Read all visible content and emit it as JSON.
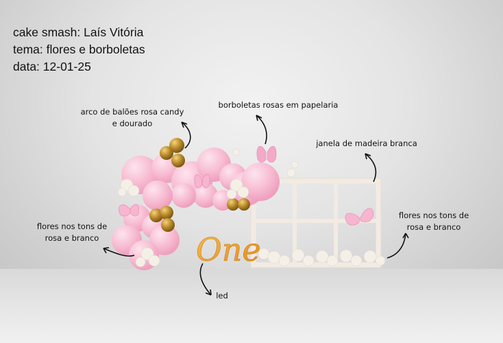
{
  "header": {
    "lines": [
      "cake smash: Laís Vitória",
      "tema: flores e borboletas",
      "data: 12-01-25"
    ]
  },
  "annotations": {
    "balloons": {
      "line1": "arco de balões rosa candy",
      "line2": "e dourado"
    },
    "butterflies": {
      "line1": "borboletas rosas em papelaria"
    },
    "window": {
      "line1": "janela de madeira branca"
    },
    "flowers_right": {
      "line1": "flores nos tons de",
      "line2": "rosa e branco"
    },
    "flowers_left": {
      "line1": "flores nos tons de",
      "line2": "rosa e branco"
    },
    "led": {
      "line1": "led"
    }
  },
  "decor": {
    "led_sign_text": "One",
    "colors": {
      "balloon_pink": "#f7b9cf",
      "balloon_gold": "#b8862a",
      "window_frame": "#f3ece4",
      "led_gold": "#f0a526",
      "butterfly_pink": "#f4a3c4",
      "flowers_white": "#f3efe6"
    }
  }
}
